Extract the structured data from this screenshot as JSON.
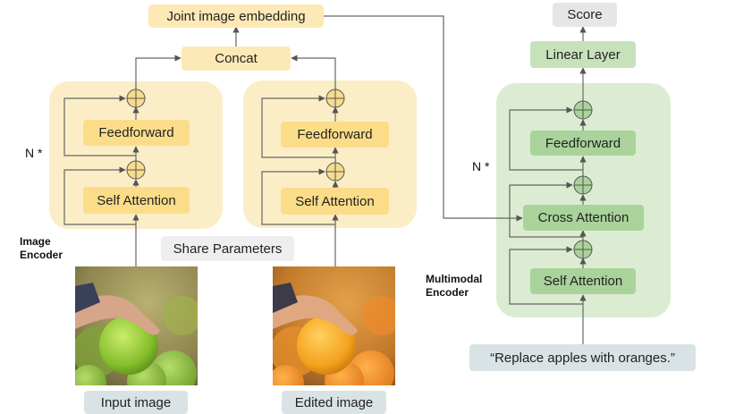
{
  "title_box": "Joint image embedding",
  "concat": "Concat",
  "image_encoder": {
    "label_line1": "Image",
    "label_line2": "Encoder",
    "repeat_label": "N *",
    "feedforward": "Feedforward",
    "self_attention": "Self Attention",
    "share_parameters": "Share Parameters"
  },
  "multimodal_encoder": {
    "label_line1": "Multimodal",
    "label_line2": "Encoder",
    "repeat_label": "N *",
    "feedforward": "Feedforward",
    "cross_attention": "Cross Attention",
    "self_attention": "Self Attention"
  },
  "score": "Score",
  "linear_layer": "Linear Layer",
  "text_prompt": "“Replace apples with oranges.”",
  "input_image_label": "Input image",
  "edited_image_label": "Edited image",
  "colors": {
    "yellow_panel": "#fbeec7",
    "yellow_box": "#fbdd89",
    "green_panel": "#dcecd2",
    "green_box": "#a9d39a",
    "adder_yellow": "#f7dc8c",
    "adder_green": "#a9d39a"
  }
}
